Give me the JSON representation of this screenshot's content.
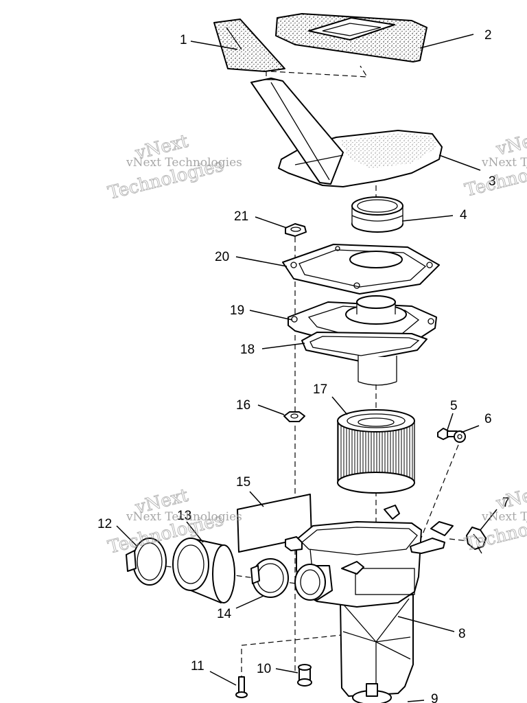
{
  "callouts": [
    {
      "id": "1",
      "label": "1"
    },
    {
      "id": "2",
      "label": "2"
    },
    {
      "id": "3",
      "label": "3"
    },
    {
      "id": "4",
      "label": "4"
    },
    {
      "id": "5",
      "label": "5"
    },
    {
      "id": "6",
      "label": "6"
    },
    {
      "id": "7",
      "label": "7"
    },
    {
      "id": "8",
      "label": "8"
    },
    {
      "id": "9",
      "label": "9"
    },
    {
      "id": "10",
      "label": "10"
    },
    {
      "id": "11",
      "label": "11"
    },
    {
      "id": "12",
      "label": "12"
    },
    {
      "id": "13",
      "label": "13"
    },
    {
      "id": "14",
      "label": "14"
    },
    {
      "id": "15",
      "label": "15"
    },
    {
      "id": "16",
      "label": "16"
    },
    {
      "id": "17",
      "label": "17"
    },
    {
      "id": "18",
      "label": "18"
    },
    {
      "id": "19",
      "label": "19"
    },
    {
      "id": "20",
      "label": "20"
    },
    {
      "id": "21",
      "label": "21"
    }
  ],
  "watermark": {
    "line1": "vNext Technologies",
    "line2": "vNext",
    "line3": "Technologies"
  }
}
